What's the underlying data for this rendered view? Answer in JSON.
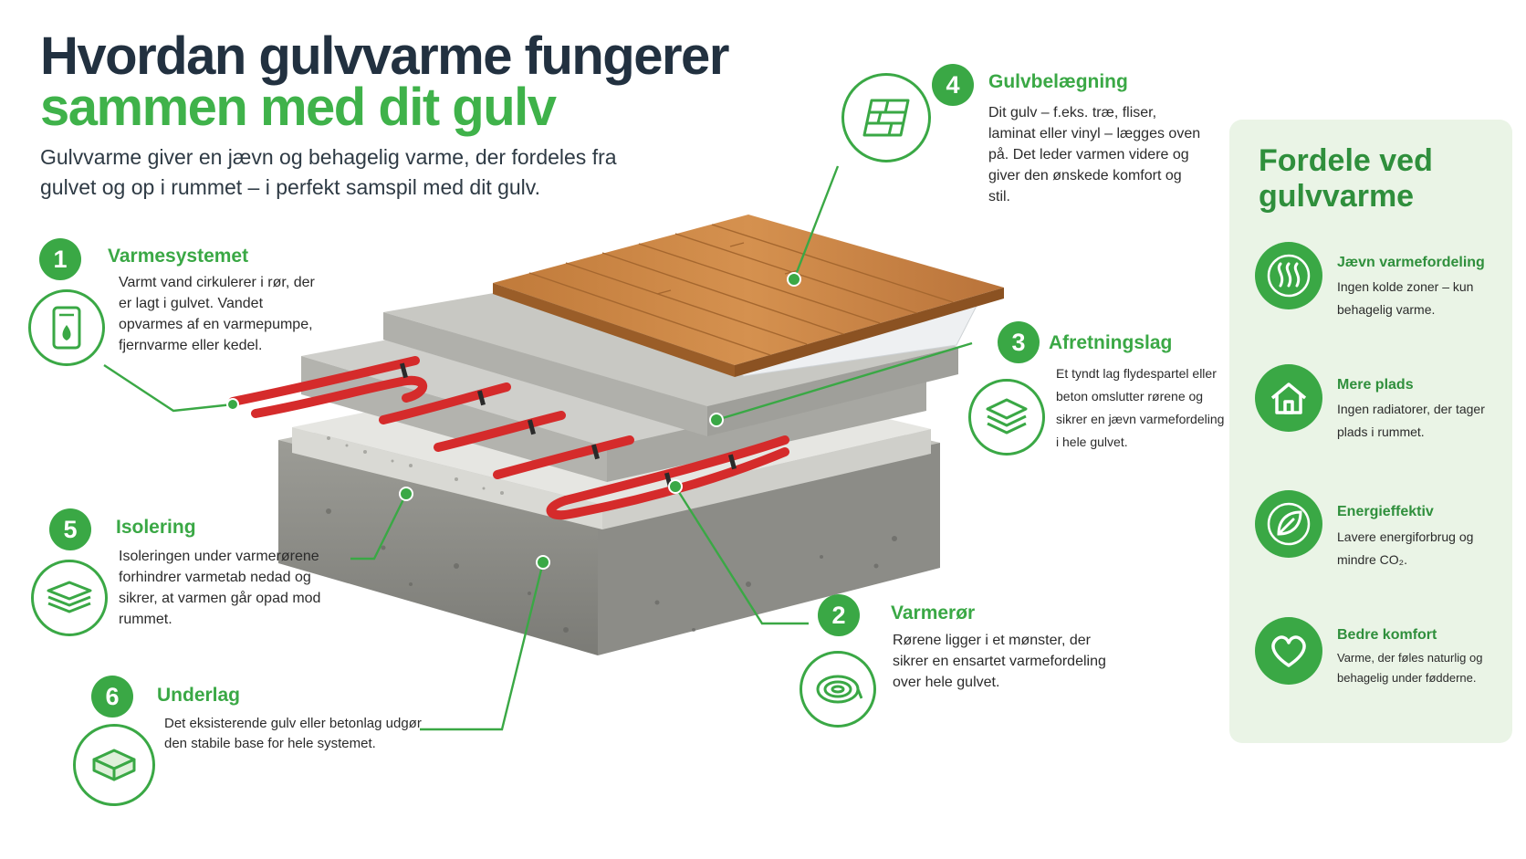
{
  "header": {
    "title_line1": "Hvordan gulvvarme fungerer",
    "title_line2": "sammen med dit gulv",
    "subtitle": "Gulvvarme giver en jævn og behagelig varme, der fordeles fra gulvet og op i rummet – i perfekt samspil med dit gulv."
  },
  "steps": [
    {
      "number": "1",
      "title": "Varmesystemet",
      "body": "Varmt vand cirkulerer i rør, der er lagt i gulvet. Vandet opvarmes af en varmepumpe, fjernvarme eller kedel.",
      "icon": "boiler-icon"
    },
    {
      "number": "2",
      "title": "Varmerør",
      "body": "Rørene ligger i et mønster, der sikrer en ensartet varmefordeling over hele gulvet.",
      "icon": "pipe-coil-icon"
    },
    {
      "number": "3",
      "title": "Afretningslag",
      "body": "Et tyndt lag flydespartel eller beton omslutter rørene og sikrer en jævn varmefordeling i hele gulvet.",
      "icon": "layers-icon"
    },
    {
      "number": "4",
      "title": "Gulvbelægning",
      "body": "Dit gulv – f.eks. træ, fliser, laminat eller vinyl – lægges oven på. Det leder varmen videre og giver den ønskede komfort og stil.",
      "icon": "floorboards-icon"
    },
    {
      "number": "5",
      "title": "Isolering",
      "body": "Isoleringen under varmerørene forhindrer varmetab nedad og sikrer, at varmen går opad mod rummet.",
      "icon": "insulation-icon"
    },
    {
      "number": "6",
      "title": "Underlag",
      "body": "Det eksisterende gulv eller betonlag udgør den stabile base for hele systemet.",
      "icon": "slab-icon"
    }
  ],
  "benefits": {
    "title": "Fordele ved gulvvarme",
    "items": [
      {
        "title": "Jævn varmefordeling",
        "body": "Ingen kolde zoner – kun behagelig varme.",
        "icon": "heat-waves-icon"
      },
      {
        "title": "Mere plads",
        "body": "Ingen radiatorer, der tager plads i rummet.",
        "icon": "house-icon"
      },
      {
        "title": "Energieffektiv",
        "body": "Lavere energiforbrug og mindre CO₂.",
        "icon": "leaf-icon"
      },
      {
        "title": "Bedre komfort",
        "body": "Varme, der føles naturlig og behagelig under fødderne.",
        "icon": "heart-icon"
      }
    ]
  },
  "colors": {
    "accent_green": "#3aa845",
    "dark_navy": "#223140",
    "panel_bg": "#eaf4e6",
    "pipe_red": "#d52b2b",
    "wood": "#c9843f",
    "concrete": "#bdbdb8"
  }
}
